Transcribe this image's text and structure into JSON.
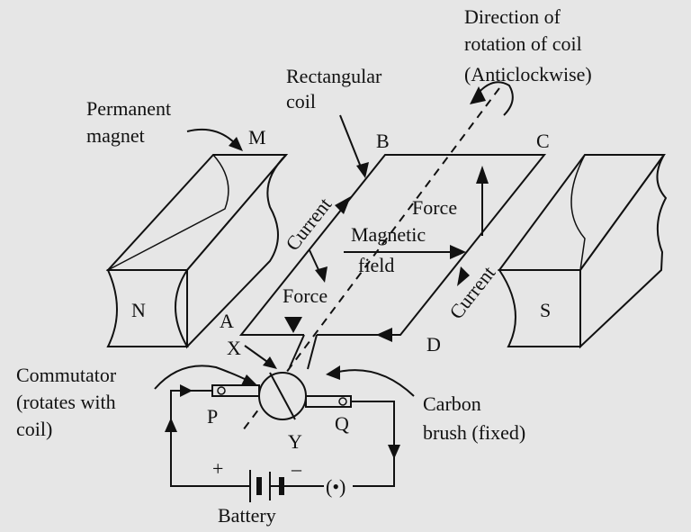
{
  "labels": {
    "direction_line1": "Direction of",
    "direction_line2": "rotation of coil",
    "direction_line3": "(Anticlockwise)",
    "rect_coil_line1": "Rectangular",
    "rect_coil_line2": "coil",
    "perm_magnet_line1": "Permanent",
    "perm_magnet_line2": "magnet",
    "point_m": "M",
    "point_b": "B",
    "point_c": "C",
    "point_a": "A",
    "point_d": "D",
    "point_x": "X",
    "point_y": "Y",
    "point_p": "P",
    "point_q": "Q",
    "pole_n": "N",
    "pole_s": "S",
    "current_left": "Current",
    "current_right": "Current",
    "force_top": "Force",
    "force_bottom": "Force",
    "magnetic_field_line1": "Magnetic",
    "magnetic_field_line2": "field",
    "commutator_line1": "Commutator",
    "commutator_line2": "(rotates with",
    "commutator_line3": "coil)",
    "carbon_brush_line1": "Carbon",
    "carbon_brush_line2": "brush (fixed)",
    "battery": "Battery",
    "plus": "+",
    "minus": "–",
    "switch": "(•)"
  }
}
